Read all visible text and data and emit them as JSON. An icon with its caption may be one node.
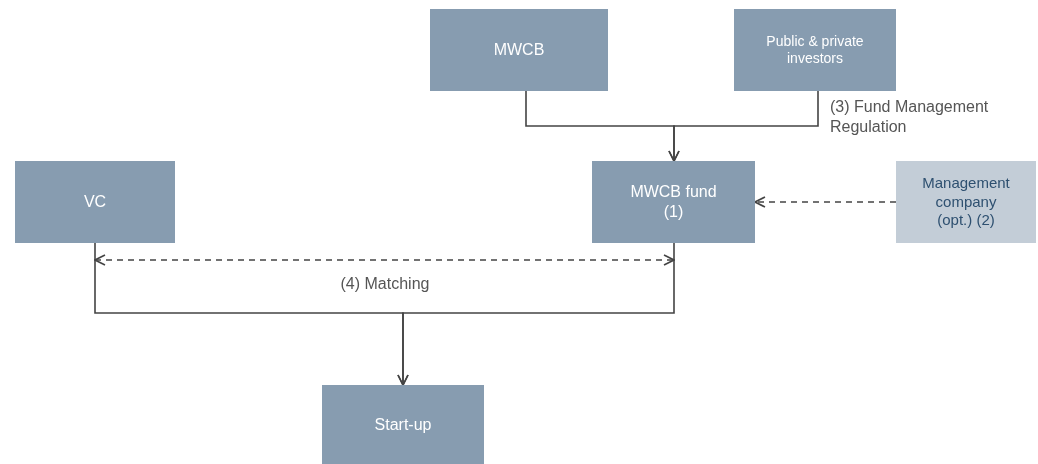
{
  "diagram": {
    "nodes": [
      {
        "text": [
          "MWCB"
        ]
      },
      {
        "text": [
          "Public & private investors"
        ]
      },
      {
        "text": [
          "MWCB fund (1)"
        ]
      },
      {
        "text": [
          "Management company (opt.) (2)"
        ]
      },
      {
        "text": [
          "VC"
        ]
      },
      {
        "text": [
          "Start-up"
        ]
      }
    ],
    "edges": [
      {
        "from": 0,
        "to": 2,
        "arrow": "to"
      },
      {
        "from": 1,
        "to": 2,
        "arrow": "to",
        "label": "(3) Fund Management Regulation"
      },
      {
        "from": 3,
        "to": 2,
        "arrow": "to",
        "style": "dashed"
      },
      {
        "from": 4,
        "to": 2,
        "arrow": "both",
        "style": "dashed",
        "label": "(4) Matching"
      },
      {
        "from": 4,
        "to": 5,
        "arrow": "to"
      },
      {
        "from": 2,
        "to": 5,
        "arrow": "to"
      }
    ]
  }
}
